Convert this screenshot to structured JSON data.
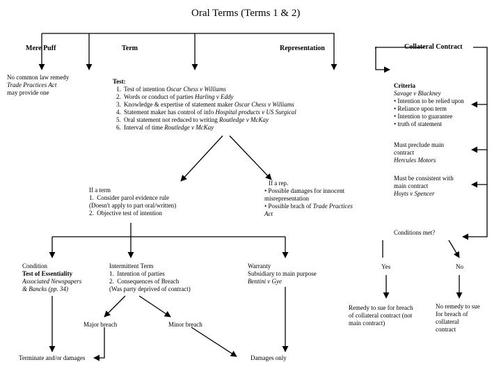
{
  "title": "Oral Terms (Terms 1 & 2)",
  "nodes": {
    "mere_puff": "Mere Puff",
    "term": "Term",
    "representation": "Representation",
    "collateral_contract": "Collateral Contract"
  },
  "puff_note": {
    "line1": "No common law remedy",
    "line2": "Trade Practices Act",
    "line3": "may provide one"
  },
  "test": {
    "heading": "Test:",
    "items": [
      {
        "text": "Test of intention ",
        "case": "Oscar Chess v Williams"
      },
      {
        "text": "Words or conduct of parties ",
        "case": "Harling v Eddy"
      },
      {
        "text": "Knowledge & expertise of statement maker ",
        "case": "Oscar Chess v Williams"
      },
      {
        "text": "Statement maker has control of info ",
        "case": "Hospital products v US Surgical"
      },
      {
        "text": "Oral statement not reduced to writing ",
        "case": "Routledge v McKay"
      },
      {
        "text": "Interval of time ",
        "case": "Routledge v McKay"
      }
    ]
  },
  "criteria": {
    "heading": "Criteria",
    "case": "Savage v Blackney",
    "items": [
      "Intention to be relied upon",
      "Reliance upon term",
      "Intention to guarantee",
      "truth of statement"
    ]
  },
  "preclude": {
    "line1": "Must preclude main",
    "line2": "contract",
    "case": "Hercules Motors"
  },
  "consistent": {
    "line1": "Must be consistent with",
    "line2": "main contract",
    "case": "Hoyts v Spencer"
  },
  "if_term": {
    "heading": "If a term",
    "items": [
      "Consider parol evidence rule",
      "Objective test of intention"
    ],
    "note": "(Doesn't apply to part oral/written)"
  },
  "if_rep": {
    "heading": "If a rep.",
    "items": [
      {
        "text": "Possible damages for innocent misrepresentation"
      },
      {
        "text": "Possible brach of ",
        "case": "Trade Practices Act"
      }
    ]
  },
  "conditions_met": "Conditions met?",
  "condition": {
    "line1": "Condition",
    "line2": "Test of Essentiality",
    "line3": "Associated Newspapers",
    "line4": "& Bancks (pp. 34)"
  },
  "intermittent": {
    "heading": "Intermittent Term",
    "items": [
      "Intention of parties",
      "Consequences of Breach"
    ],
    "note": "(Was party deprived of contract)"
  },
  "warranty": {
    "line1": "Warranty",
    "line2": "Subsidiary to main purpose",
    "case": "Bentini v Gye"
  },
  "yes": "Yes",
  "no": "No",
  "yes_result": {
    "line1": "Remedy to sue for breach",
    "line2": "of collateral contract (not",
    "line3": "main contract)"
  },
  "no_result": {
    "line1": "No remedy to sue",
    "line2": "for breach of",
    "line3": "collateral",
    "line4": "contract"
  },
  "major_breach": "Major breach",
  "minor_breach": "Minor breach",
  "terminate": "Terminate and/or damages",
  "damages_only": "Damages only"
}
